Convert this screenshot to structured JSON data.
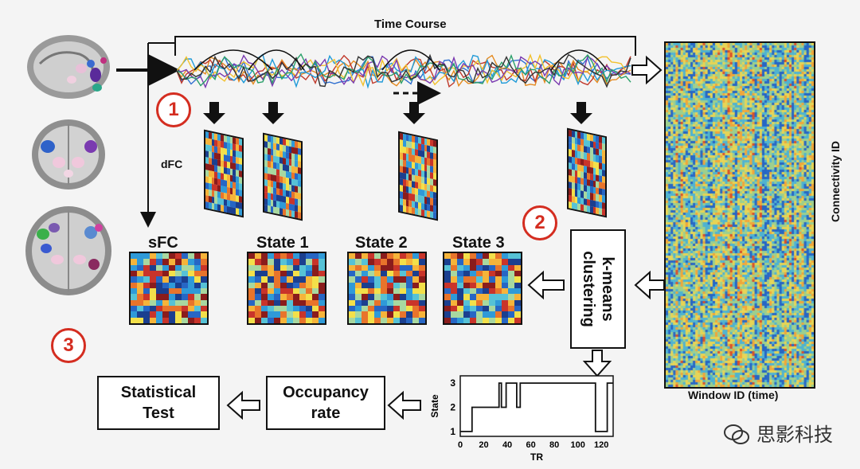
{
  "title": "Time Course",
  "labels": {
    "dfc": "dFC",
    "sfc": "sFC",
    "state1": "State 1",
    "state2": "State 2",
    "state3": "State 3",
    "connectivity_id": "Connectivity ID",
    "window_id": "Window ID (time)",
    "kmeans_line1": "k-means",
    "kmeans_line2": "clustering",
    "occupancy_line1": "Occupancy",
    "occupancy_line2": "rate",
    "stat_line1": "Statistical",
    "stat_line2": "Test"
  },
  "steps": [
    "1",
    "2",
    "3"
  ],
  "colors": {
    "accent_red": "#d42d20",
    "matrix_palette": [
      "#1b3f8f",
      "#2766c4",
      "#2f9ad8",
      "#56c2d6",
      "#a8d8a0",
      "#f3e04a",
      "#f6b43a",
      "#e8742b",
      "#c9342a",
      "#8a1c1c"
    ]
  },
  "chart_data": {
    "type": "line",
    "xlabel": "TR",
    "ylabel": "State",
    "xticks": [
      "0",
      "20",
      "40",
      "60",
      "80",
      "100",
      "120"
    ],
    "yticks": [
      "1",
      "2",
      "3"
    ],
    "xlim": [
      0,
      130
    ],
    "ylim": [
      0.8,
      3.3
    ],
    "x": [
      0,
      10,
      10,
      33,
      33,
      35,
      35,
      39,
      39,
      48,
      48,
      51,
      51,
      115,
      115,
      125,
      125,
      130
    ],
    "y": [
      1,
      1,
      2,
      2,
      3,
      3,
      2,
      2,
      3,
      3,
      2,
      2,
      3,
      3,
      1,
      1,
      3,
      3
    ]
  },
  "watermark": "思影科技"
}
